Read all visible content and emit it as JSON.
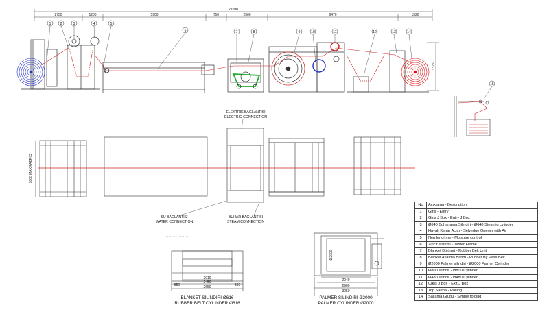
{
  "dimensions": {
    "overall": "21090",
    "top": [
      "2750",
      "1200",
      "5900",
      "750",
      "2500",
      "6470",
      "1520"
    ],
    "height": "3325"
  },
  "balloons": [
    "1",
    "2",
    "3",
    "4",
    "5",
    "6",
    "7",
    "8",
    "9",
    "10",
    "11",
    "12",
    "13",
    "14",
    "15"
  ],
  "plan_view": {
    "width_label": "1800 MAX FABRIC",
    "electric_connection_tr": "ELEKTRİK BAĞLANTISI",
    "electric_connection_en": "ELECTRIC CONNECTION",
    "water_connection_tr": "SU BAĞLANTISI",
    "water_connection_en": "WATER CONNECTION",
    "steam_connection_tr": "BUHAR BAĞLANTISI",
    "steam_connection_en": "STEAM CONNECTION"
  },
  "blanket_cylinder": {
    "caption_tr": "BLANKET SİLİNDİRİ Ø616",
    "caption_en": "RUBBER BELT CYLINDER Ø616",
    "dims": [
      "2010",
      "2450",
      "2650",
      "850",
      "850"
    ]
  },
  "palmer_cylinder": {
    "caption_tr": "PALMER SİLİNDİRİ Ø2000",
    "caption_en": "PALMER CYLINDER Ø2000",
    "dims": [
      "2040",
      "2900",
      "3050",
      "Ø2000"
    ]
  },
  "legend": {
    "header": {
      "no": "No",
      "desc": "Açıklama - Description"
    },
    "rows": [
      {
        "no": "1",
        "desc": "Giriş - Entry"
      },
      {
        "no": "2",
        "desc": "Giriş J Box - Entry J Box"
      },
      {
        "no": "3",
        "desc": "Ø640 Buharlama Silindiri - Ø640 Steamig cylinder"
      },
      {
        "no": "4",
        "desc": "Havalı Kenar Açıcı - Selvedge Opener with Air"
      },
      {
        "no": "5",
        "desc": "Nemlendirme - Moisture control"
      },
      {
        "no": "6",
        "desc": "Zincir sistemi - Tenter Frame"
      },
      {
        "no": "7",
        "desc": "Blanket Bölümü - Rubber Belt Unit"
      },
      {
        "no": "8",
        "desc": "Blanket Atlatma Bandı - Rubber By Pass Belt"
      },
      {
        "no": "9",
        "desc": "Ø2000 Palmer silindiri - Ø2000 Palmer Cylinder"
      },
      {
        "no": "10",
        "desc": "Ø800 silindir - Ø800 Cylinder"
      },
      {
        "no": "11",
        "desc": "Ø480 silindir - Ø480 Cylinder"
      },
      {
        "no": "12",
        "desc": "Çıkış J Box - Exit J Box"
      },
      {
        "no": "13",
        "desc": "Top Sarma - Rolling"
      },
      {
        "no": "14",
        "desc": "Sallama Grubu - Simple folding"
      }
    ]
  },
  "colors": {
    "line": "#333333",
    "fabric": "#cc2222",
    "entry_roll": "#2233cc",
    "exit_roll": "#dd1111",
    "felt": "#22aa33"
  }
}
